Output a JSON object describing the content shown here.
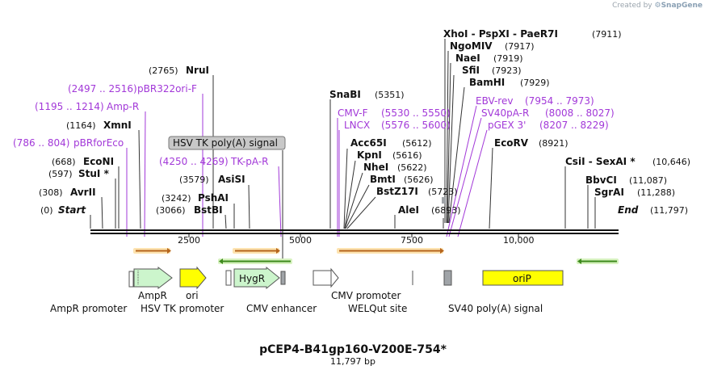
{
  "credit": {
    "prefix": "Created by",
    "brand": "SnapGene"
  },
  "title": "pCEP4-B41gp160-V200E-754*",
  "subtitle": "11,797 bp",
  "ends": {
    "start_label": "Start",
    "start_pos": "(0)",
    "end_label": "End",
    "end_pos": "(11,797)"
  },
  "ticks": [
    "2500",
    "5000",
    "7500",
    "10,000"
  ],
  "enzymes": [
    {
      "name": "XhoI - PspXI - PaeR7I",
      "pos": "(7911)"
    },
    {
      "name": "NgoMIV",
      "pos": "(7917)"
    },
    {
      "name": "NaeI",
      "pos": "(7919)"
    },
    {
      "name": "SfiI",
      "pos": "(7923)"
    },
    {
      "name": "BamHI",
      "pos": "(7929)"
    },
    {
      "name": "EcoRV",
      "pos": "(8921)"
    },
    {
      "name": "CsiI - SexAI *",
      "pos": "(10,646)"
    },
    {
      "name": "BbvCI",
      "pos": "(11,087)"
    },
    {
      "name": "SgrAI",
      "pos": "(11,288)"
    },
    {
      "name": "SnaBI",
      "pos": "(5351)"
    },
    {
      "name": "Acc65I",
      "pos": "(5612)"
    },
    {
      "name": "KpnI",
      "pos": "(5616)"
    },
    {
      "name": "NheI",
      "pos": "(5622)"
    },
    {
      "name": "BmtI",
      "pos": "(5626)"
    },
    {
      "name": "BstZ17I",
      "pos": "(5723)"
    },
    {
      "name": "AleI",
      "pos": "(6893)"
    },
    {
      "name": "NruI",
      "pos": "(2765)"
    },
    {
      "name": "AsiSI",
      "pos": "(3579)"
    },
    {
      "name": "PshAI",
      "pos": "(3242)"
    },
    {
      "name": "BstBI",
      "pos": "(3066)"
    },
    {
      "name": "XmnI",
      "pos": "(1164)"
    },
    {
      "name": "EcoNI",
      "pos": "(668)"
    },
    {
      "name": "StuI *",
      "pos": "(597)"
    },
    {
      "name": "AvrII",
      "pos": "(308)"
    }
  ],
  "primers": [
    {
      "name": "pBR322ori-F",
      "range": "(2497 .. 2516)"
    },
    {
      "name": "Amp-R",
      "range": "(1195 .. 1214)"
    },
    {
      "name": "pBRforEco",
      "range": "(786 .. 804)"
    },
    {
      "name": "TK-pA-R",
      "range": "(4250 .. 4269)"
    },
    {
      "name": "CMV-F",
      "range": "(5530 .. 5550)"
    },
    {
      "name": "LNCX",
      "range": "(5576 .. 5600)"
    },
    {
      "name": "EBV-rev",
      "range": "(7954 .. 7973)"
    },
    {
      "name": "SV40pA-R",
      "range": "(8008 .. 8027)"
    },
    {
      "name": "pGEX 3'",
      "range": "(8207 .. 8229)"
    }
  ],
  "hsv_box": "HSV TK poly(A) signal",
  "features": {
    "AmpR": "AmpR",
    "ori": "ori",
    "HygR": "HygR",
    "oriP": "oriP",
    "AmpR_promoter": "AmpR promoter",
    "HSV_TK_promoter": "HSV TK promoter",
    "CMV_enhancer": "CMV enhancer",
    "CMV_promoter": "CMV promoter",
    "WELQut_site": "WELQut site",
    "SV40_polyA": "SV40 poly(A) signal"
  },
  "colors": {
    "primer": "#a238d8",
    "ampr_fill": "#ccf5cc",
    "ori_fill": "#ffff00",
    "hygr_fill": "#ccf5cc",
    "orip_fill": "#ffff00",
    "orange_arrow": "#f5a623",
    "green_arrow": "#8cd04a",
    "grey_box": "#a0a4a8"
  }
}
